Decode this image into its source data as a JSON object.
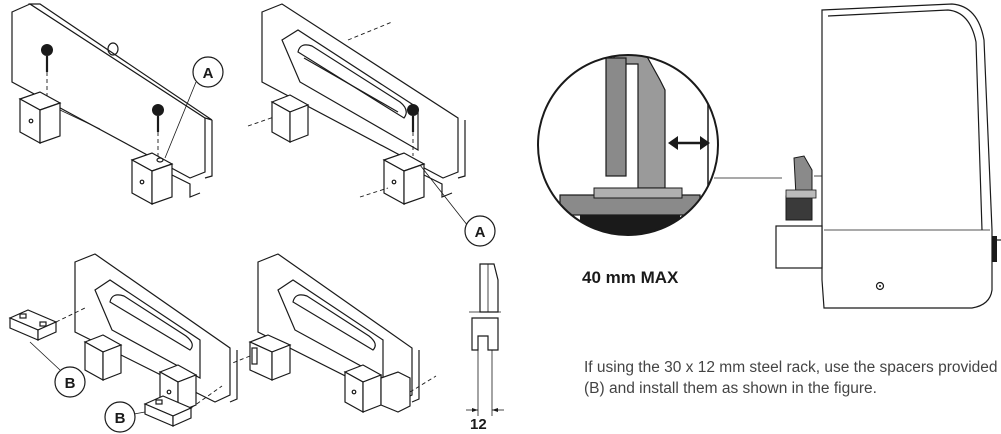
{
  "labels": {
    "a": "A",
    "b": "B"
  },
  "dimension": "12",
  "max_label": "40 mm MAX",
  "caption": "If using the 30 x 12 mm steel rack, use the spacers provided (B) and install them as shown in the figure."
}
